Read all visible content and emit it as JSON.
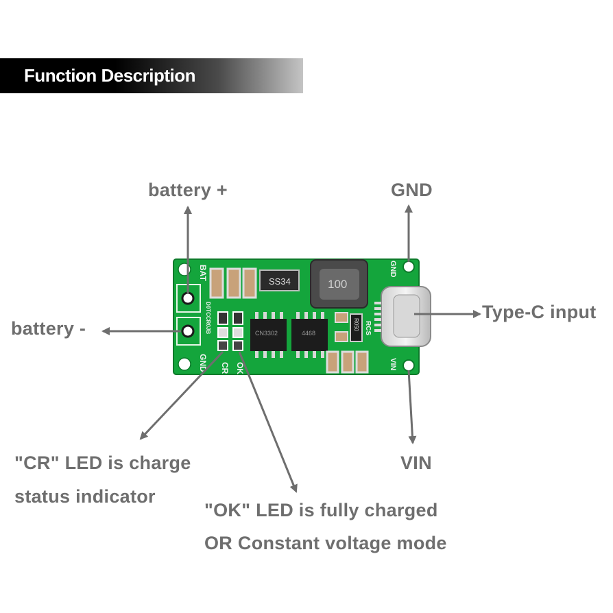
{
  "header": {
    "title": "Function Description"
  },
  "labels": {
    "battery_plus": "battery +",
    "battery_minus": "battery -",
    "gnd": "GND",
    "type_c": "Type-C input",
    "vin": "VIN",
    "cr_line1": "\"CR\" LED is charge",
    "cr_line2": "status indicator",
    "ok_line1": "\"OK\" LED is fully charged",
    "ok_line2": "OR Constant voltage mode"
  },
  "silkscreen": {
    "bat": "BAT",
    "gnd_left": "GND",
    "gnd_right": "GND",
    "vin": "VIN",
    "cr": "CR",
    "ok": "OK",
    "rcs": "RCS",
    "board_id": "D0TCCR0JB",
    "diode": "SS34",
    "inductor": "100",
    "ic1": "CN3302",
    "ic2": "4468",
    "resistor": "R050"
  },
  "colors": {
    "pcb": "#14a53c",
    "arrow": "#6e6e6e",
    "label": "#6e6e6e"
  }
}
